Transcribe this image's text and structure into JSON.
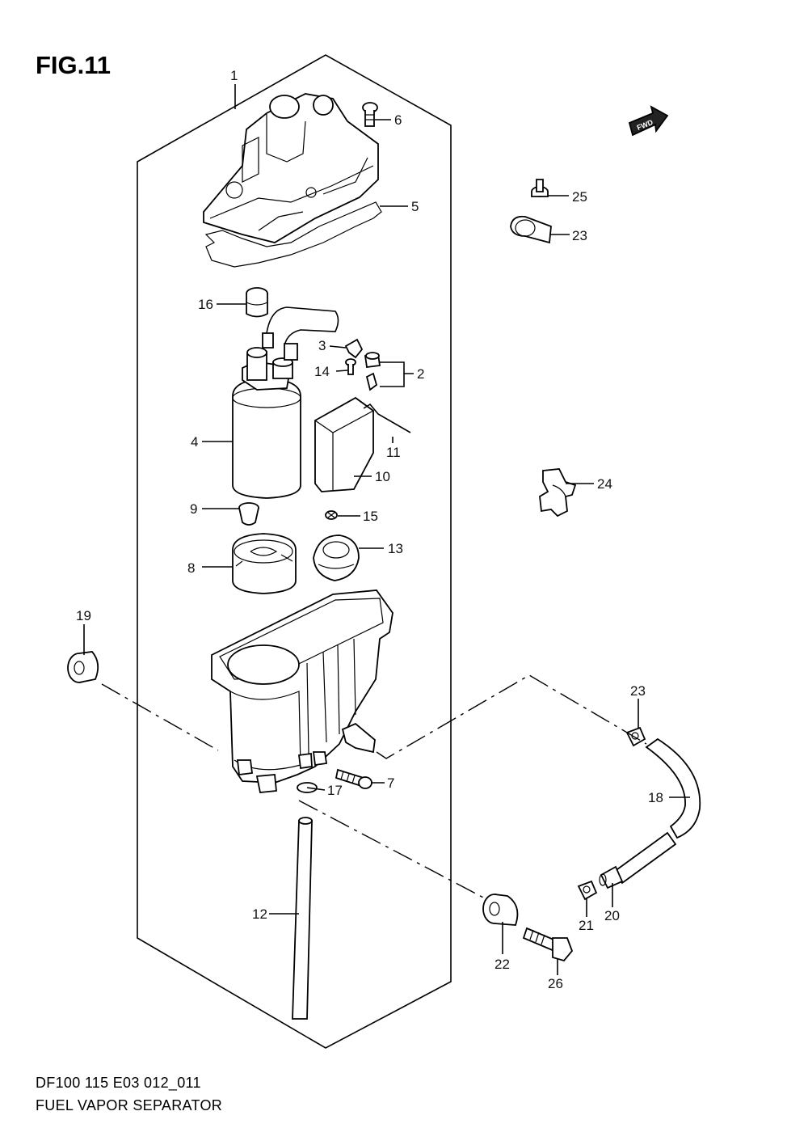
{
  "figure": {
    "title": "FIG.11",
    "fwd_label": "FWD"
  },
  "callouts": [
    "1",
    "2",
    "3",
    "4",
    "5",
    "6",
    "7",
    "8",
    "9",
    "10",
    "11",
    "12",
    "13",
    "14",
    "15",
    "16",
    "17",
    "18",
    "19",
    "20",
    "21",
    "22",
    "23",
    "23",
    "24",
    "25",
    "26"
  ],
  "footer": {
    "code": "DF100 115 E03 012_011",
    "name": "FUEL VAPOR SEPARATOR"
  }
}
